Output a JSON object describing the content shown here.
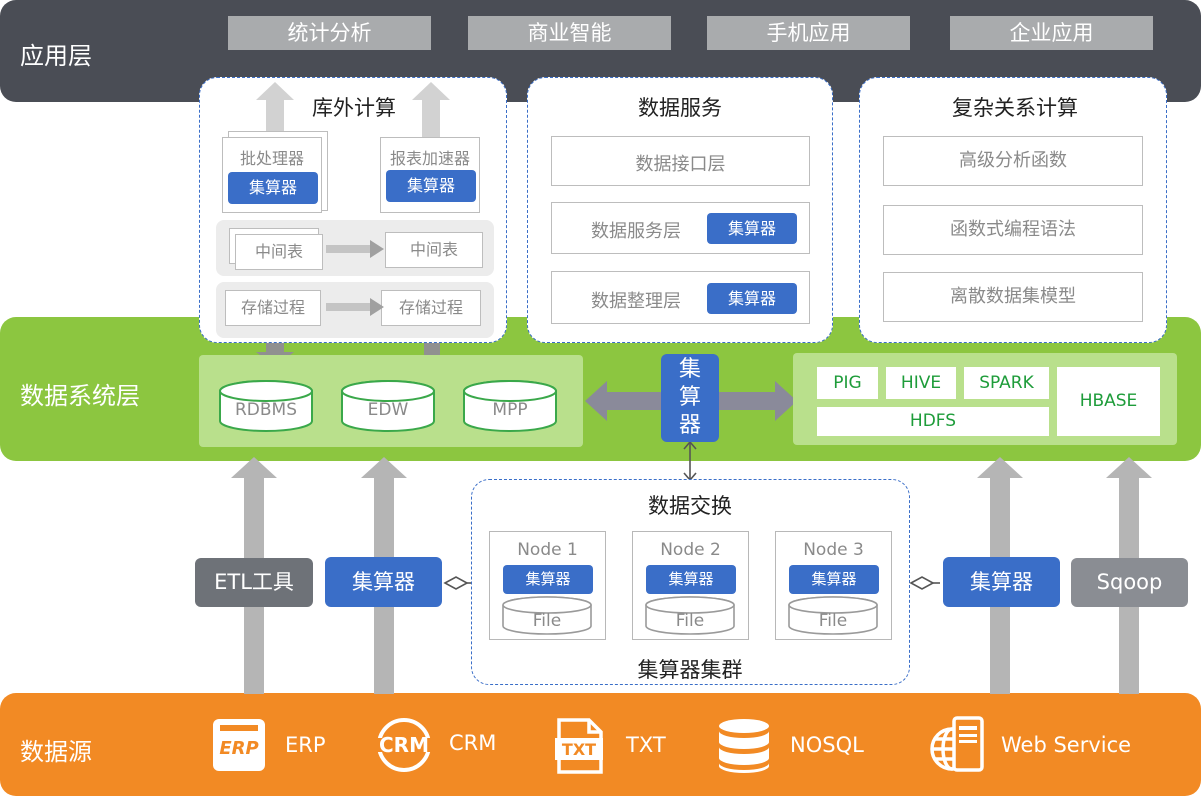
{
  "app_layer": {
    "label": "应用层",
    "tabs": [
      "统计分析",
      "商业智能",
      "手机应用",
      "企业应用"
    ]
  },
  "offlib": {
    "title": "库外计算",
    "batch": {
      "label": "批处理器",
      "badge": "集算器"
    },
    "accel": {
      "label": "报表加速器",
      "badge": "集算器"
    },
    "mid_left": "中间表",
    "mid_right": "中间表",
    "proc_left": "存储过程",
    "proc_right": "存储过程"
  },
  "data_service": {
    "title": "数据服务",
    "rows": [
      {
        "label": "数据接口层"
      },
      {
        "label": "数据服务层",
        "badge": "集算器"
      },
      {
        "label": "数据整理层",
        "badge": "集算器"
      }
    ]
  },
  "complex": {
    "title": "复杂关系计算",
    "rows": [
      "高级分析函数",
      "函数式编程语法",
      "离散数据集模型"
    ]
  },
  "system_layer": {
    "label": "数据系统层",
    "dbs": [
      "RDBMS",
      "EDW",
      "MPP"
    ],
    "center": "集算器",
    "bigdata": {
      "pig": "PIG",
      "hive": "HIVE",
      "spark": "SPARK",
      "hdfs": "HDFS",
      "hbase": "HBASE"
    }
  },
  "exchange": {
    "title": "数据交换",
    "nodes": [
      {
        "name": "Node 1",
        "badge": "集算器",
        "file": "File"
      },
      {
        "name": "Node 2",
        "badge": "集算器",
        "file": "File"
      },
      {
        "name": "Node 3",
        "badge": "集算器",
        "file": "File"
      }
    ],
    "cluster": "集算器集群"
  },
  "side_tools": {
    "etl": "ETL工具",
    "left": "集算器",
    "right": "集算器",
    "sqoop": "Sqoop"
  },
  "sources": {
    "label": "数据源",
    "items": [
      {
        "icon_text": "ERP",
        "label": "ERP"
      },
      {
        "icon_text": "CRM",
        "label": "CRM"
      },
      {
        "icon_text": "TXT",
        "label": "TXT"
      },
      {
        "icon_text": "",
        "label": "NOSQL"
      },
      {
        "icon_text": "",
        "label": "Web Service"
      }
    ]
  },
  "colors": {
    "app": "#4a4d55",
    "system": "#8cc640",
    "source": "#f28a24",
    "accent": "#3a6ec8"
  }
}
